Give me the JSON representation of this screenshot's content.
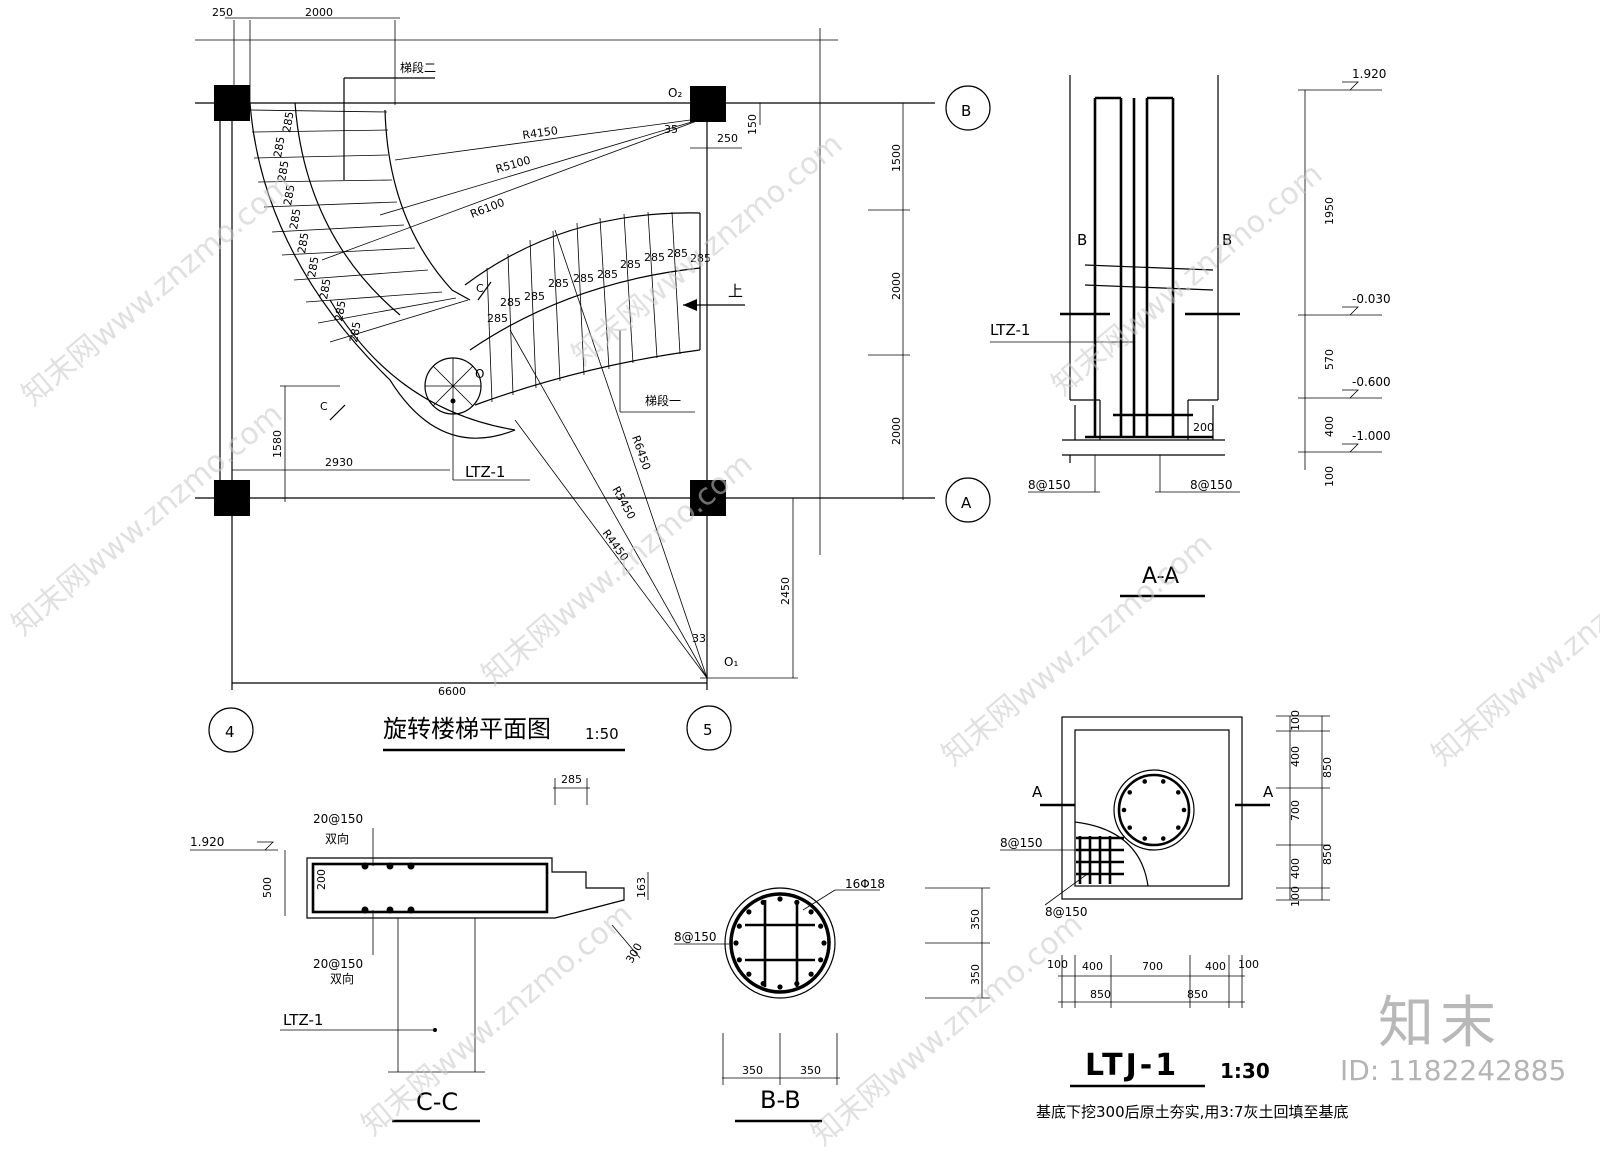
{
  "plan": {
    "title": "旋转楼梯平面图",
    "scale": "1:50",
    "axes": {
      "b": "B",
      "a": "A",
      "four": "4",
      "five": "5"
    },
    "dims": {
      "top_250": "250",
      "top_2000": "2000",
      "right_1500": "1500",
      "right_2000a": "2000",
      "right_2000b": "2000",
      "right_2450": "2450",
      "bottom_6600": "6600",
      "left_1580": "1580",
      "mid_2930": "2930",
      "o2_250": "250",
      "o2_150": "150",
      "o2_35": "35",
      "o1_33": "33"
    },
    "radii": {
      "r4150": "R4150",
      "r5100": "R5100",
      "r6100": "R6100",
      "r6450": "R6450",
      "r5450": "R5450",
      "r4450": "R4450"
    },
    "labels": {
      "flight2": "梯段二",
      "flight1": "梯段一",
      "up": "上",
      "o2": "O₂",
      "o1": "O₁",
      "o": "O",
      "ltz": "LTZ-1",
      "c_cut": "C"
    },
    "tread": "285"
  },
  "section_aa": {
    "title": "A-A",
    "ltz": "LTZ-1",
    "cut_b": "B",
    "dim_200": "200",
    "rebar_left": "8@150",
    "rebar_right": "8@150",
    "elevations": [
      "1.920",
      "-0.030",
      "-0.600",
      "-1.000"
    ],
    "vdims": [
      "1950",
      "570",
      "400",
      "100"
    ]
  },
  "section_cc": {
    "title": "C-C",
    "elev": "1.920",
    "top_rebar": "20@150",
    "top_note": "双向",
    "bottom_rebar": "20@150",
    "bottom_note": "双向",
    "dim_500": "500",
    "dim_200": "200",
    "dim_285": "285",
    "dim_163": "163",
    "dim_300": "300",
    "ltz": "LTZ-1"
  },
  "section_bb": {
    "title": "B-B",
    "rebar": "8@150",
    "main_bar": "16Φ18",
    "dim_350a": "350",
    "dim_350b": "350",
    "vdim_350a": "350",
    "vdim_350b": "350"
  },
  "ltj": {
    "title": "LTJ-1",
    "scale": "1:30",
    "cut_a": "A",
    "rebar_top": "8@150",
    "rebar_bottom": "8@150",
    "right_dims": [
      "100",
      "400",
      "700",
      "400",
      "100"
    ],
    "right_totals": [
      "850",
      "850"
    ],
    "bottom_dims": [
      "100",
      "400",
      "700",
      "400",
      "100"
    ],
    "bottom_totals": [
      "850",
      "850"
    ],
    "note": "基底下挖300后原土夯实,用3:7灰土回填至基底"
  },
  "watermark": {
    "text": "知末网www.znzmo.com",
    "logo": "知末",
    "id": "ID: 1182242885"
  }
}
